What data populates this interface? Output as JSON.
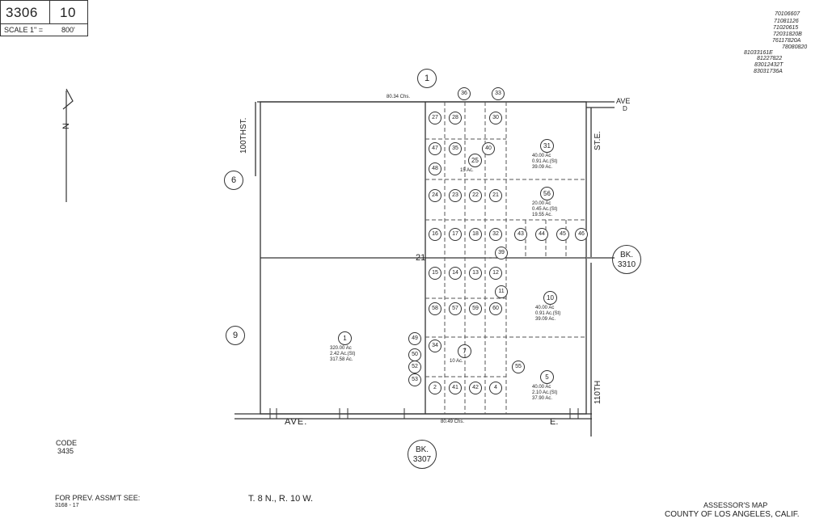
{
  "header": {
    "book_number": "3306",
    "page_number": "10",
    "scale_label": "SCALE 1\" =",
    "scale_value": "800'"
  },
  "corner_refs": [
    "70106607",
    "71081126",
    "71020615",
    "72031820B",
    "76117820A",
    "78080820",
    "81033161E",
    "81227822",
    "83012432T",
    "83031736A"
  ],
  "north_label": "N",
  "roads": {
    "ave_d": "AVE",
    "ave_d_suffix": "D",
    "ave_e_left": "AVE.",
    "ave_e_right": "E.",
    "st_100th": "100TH",
    "st_100th_suffix": "ST.",
    "st_110th": "110TH",
    "st_e_top": "ST.E."
  },
  "dims": {
    "top_chains": "80.34 Chs.",
    "bottom_chains": "80.49 Chs."
  },
  "section_number": "21",
  "neighbors": {
    "top": "1",
    "left_upper": "6",
    "left_lower": "9",
    "right_bk_label": "BK.",
    "right_bk_num": "3310",
    "bottom_bk_label": "BK.",
    "bottom_bk_num": "3307"
  },
  "parcels": [
    {
      "n": "1",
      "acres": [
        "320.00 Ac",
        "2.42 Ac.(St)",
        "317.58 Ac."
      ]
    },
    {
      "n": "5",
      "acres": [
        "40.00 Ac",
        "2.10 Ac.(St)",
        "37.90 Ac."
      ]
    },
    {
      "n": "10",
      "acres": [
        "40.00 Ac",
        "0.91 Ac.(St)",
        "39.09 Ac."
      ]
    },
    {
      "n": "31",
      "acres": [
        "40.00 Ac",
        "0.91 Ac.(St)",
        "39.09 Ac."
      ]
    },
    {
      "n": "56",
      "acres": [
        "20.00 Ac",
        "0.45 Ac.(St)",
        "19.55 Ac."
      ]
    },
    {
      "n": "7",
      "acres": [
        "10 Ac."
      ]
    },
    {
      "n": "25",
      "acres": [
        "15 Ac."
      ]
    }
  ],
  "small_parcels": [
    "27",
    "28",
    "30",
    "47",
    "35",
    "40",
    "48",
    "24",
    "23",
    "22",
    "21",
    "16",
    "17",
    "18",
    "32",
    "43",
    "44",
    "45",
    "46",
    "39",
    "15",
    "14",
    "13",
    "12",
    "11",
    "58",
    "57",
    "59",
    "60",
    "49",
    "50",
    "52",
    "53",
    "34",
    "55",
    "2",
    "41",
    "42",
    "4",
    "36",
    "33"
  ],
  "footer": {
    "code_label": "CODE",
    "code_value": "3435",
    "prev_label": "FOR PREV. ASSM'T SEE:",
    "prev_value": "3168 - 17",
    "township": "T. 8 N., R. 10 W.",
    "map_title": "ASSESSOR'S MAP",
    "map_subtitle": "COUNTY OF LOS ANGELES, CALIF."
  }
}
